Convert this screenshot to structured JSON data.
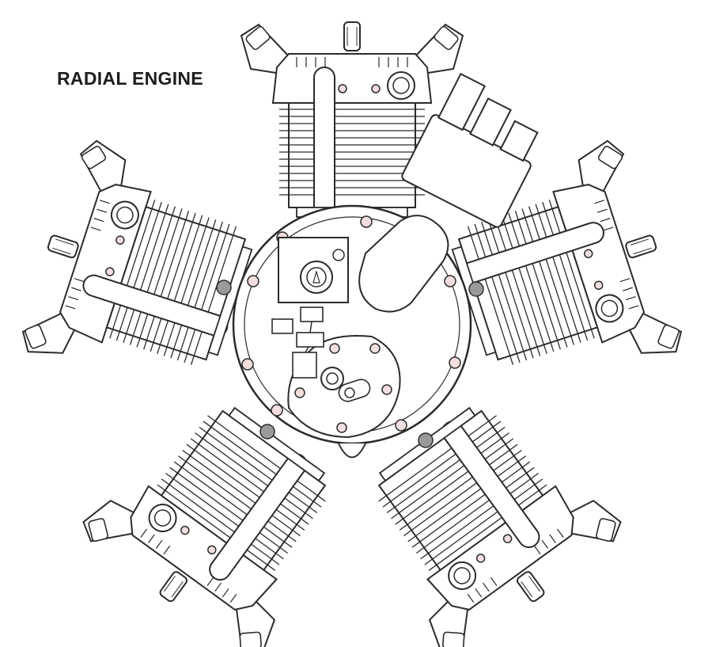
{
  "title": "RADIAL ENGINE",
  "cylinders": [
    {
      "id": "top",
      "angle_deg": 0
    },
    {
      "id": "upper-right",
      "angle_deg": 72
    },
    {
      "id": "lower-right",
      "angle_deg": 144
    },
    {
      "id": "lower-left",
      "angle_deg": 216
    },
    {
      "id": "upper-left",
      "angle_deg": 288
    }
  ],
  "colors": {
    "ink": "#2b2b2b",
    "fill": "#ffffff",
    "bolt_fill": "#f2dede",
    "dark_port": "#9a9a9a"
  }
}
